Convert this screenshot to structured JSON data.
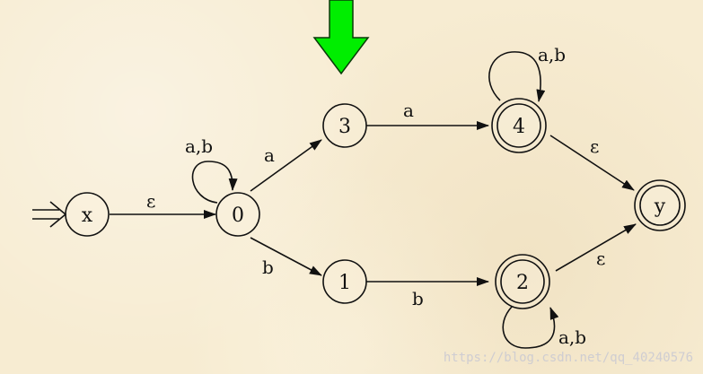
{
  "nodes": {
    "x": "x",
    "n0": "0",
    "n3": "3",
    "n4": "4",
    "n1": "1",
    "n2": "2",
    "y": "y"
  },
  "edges": {
    "x_0": "ε",
    "loop_0": "a,b",
    "0_3": "a",
    "0_1": "b",
    "3_4": "a",
    "loop_4": "a,b",
    "1_2": "b",
    "loop_2": "a,b",
    "4_y": "ε",
    "2_y": "ε"
  },
  "colors": {
    "arrow_fill": "#00ee00",
    "arrow_stroke": "#0a3a0a"
  },
  "watermark": "https://blog.csdn.net/qq_40240576"
}
